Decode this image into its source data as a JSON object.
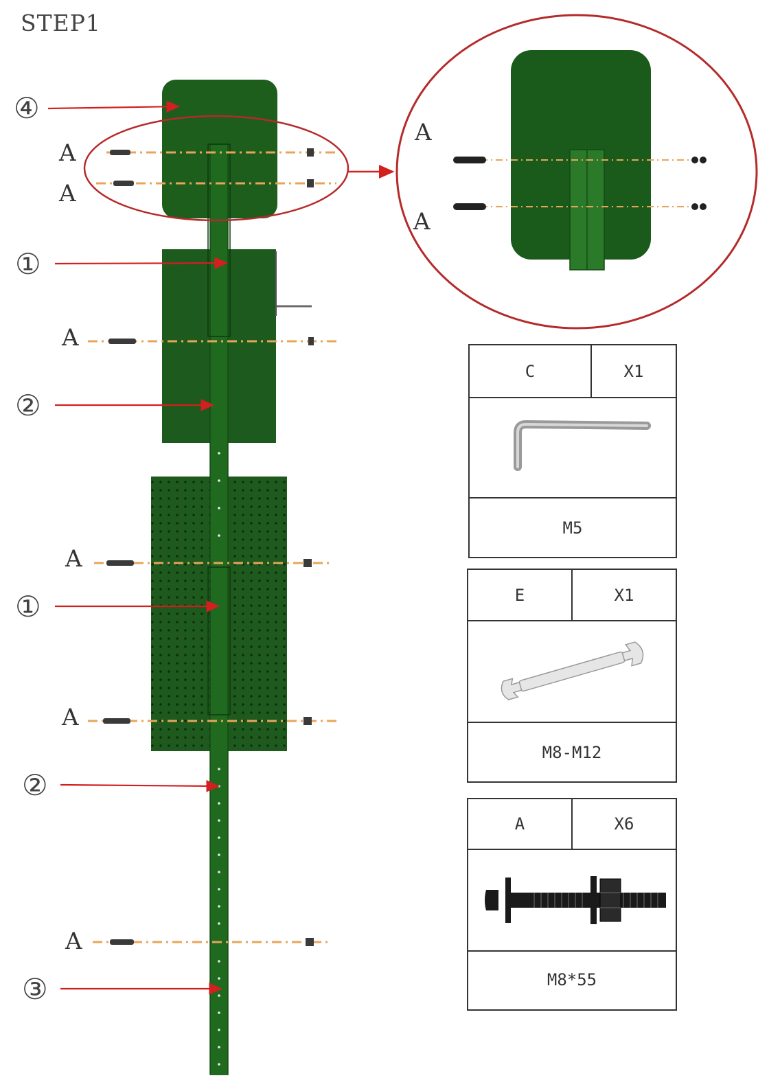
{
  "title": "STEP1",
  "colors": {
    "panel_green": "#1d5e1d",
    "panel_dark": "#134313",
    "pole_green": "#1f6a1f",
    "callout_red": "#d21f1f",
    "hardware_line": "#e8a55a"
  },
  "labels": {
    "part4": "④",
    "part1": "①",
    "part2": "②",
    "part3": "③",
    "bolt": "A"
  },
  "tables": [
    {
      "code": "C",
      "qty": "X1",
      "spec": "M5",
      "icon": "hex-key-icon"
    },
    {
      "code": "E",
      "qty": "X1",
      "spec": "M8-M12",
      "icon": "wrench-icon"
    },
    {
      "code": "A",
      "qty": "X6",
      "spec": "M8*55",
      "icon": "bolt-icon"
    }
  ]
}
